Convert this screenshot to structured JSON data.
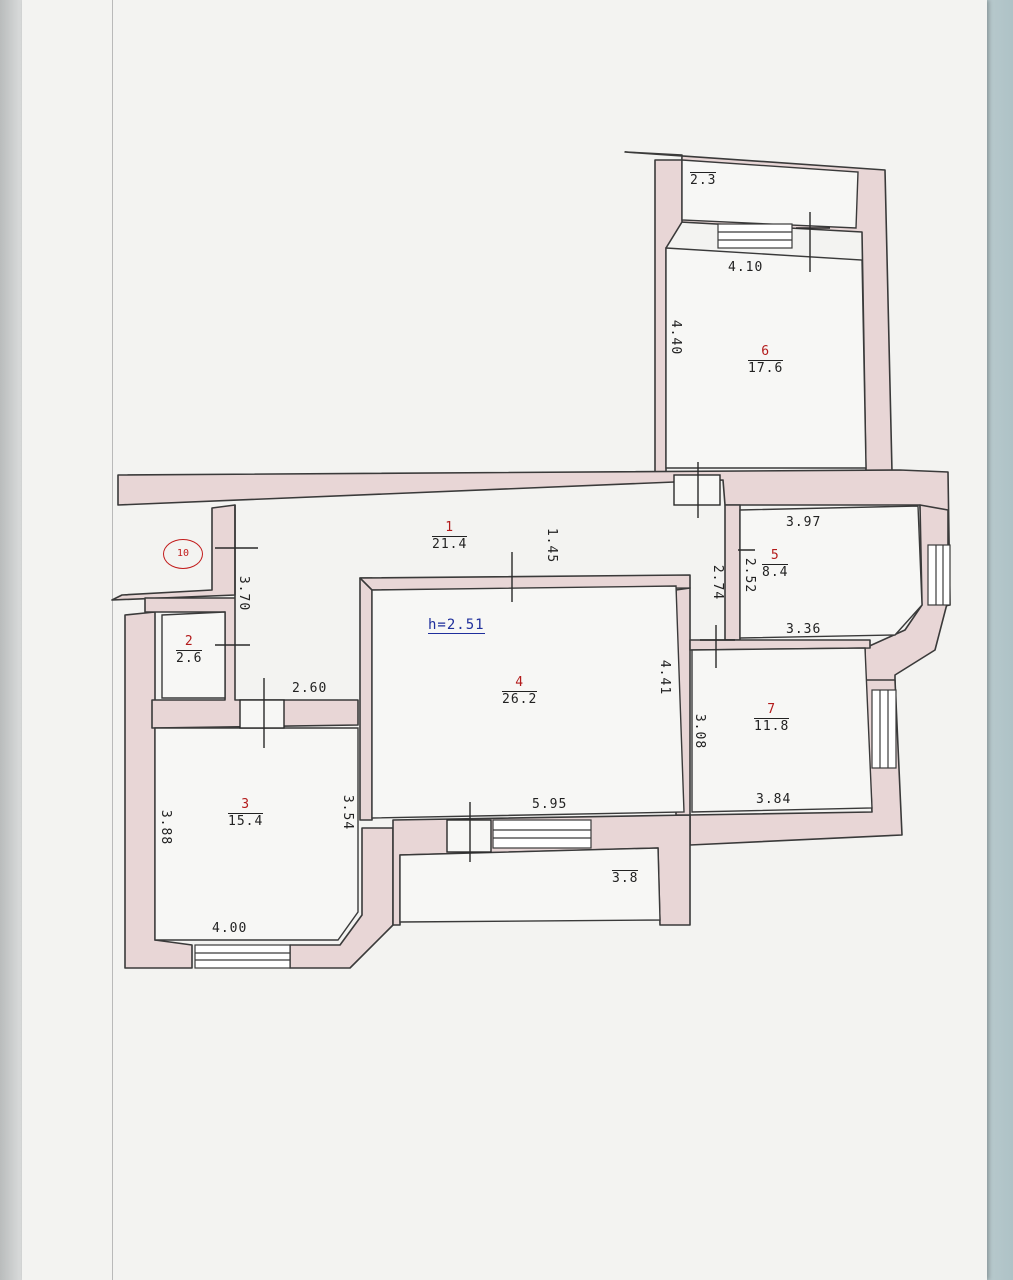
{
  "plan": {
    "apartment_number": "10",
    "ceiling_height": "h=2.51",
    "rooms": [
      {
        "id": "1",
        "area": "21.4"
      },
      {
        "id": "2",
        "area": "2.6"
      },
      {
        "id": "3",
        "area": "15.4"
      },
      {
        "id": "4",
        "area": "26.2"
      },
      {
        "id": "5",
        "area": "8.4"
      },
      {
        "id": "6",
        "area": "17.6"
      },
      {
        "id": "7",
        "area": "11.8"
      }
    ],
    "balconies": [
      {
        "area": "2.3"
      },
      {
        "area": "3.8"
      }
    ],
    "dimensions": {
      "room6_width": "4.10",
      "room6_length": "4.40",
      "hall_width": "1.45",
      "hall_length": "3.70",
      "hall_segment": "2.60",
      "room4_length": "4.41",
      "room4_width": "5.95",
      "room3_length": "3.88",
      "room3_side": "3.54",
      "room3_width": "4.00",
      "room5_top": "3.97",
      "room5_bottom": "3.36",
      "room5_side": "2.52",
      "hall_side": "2.74",
      "room7_side": "3.08",
      "room7_width": "3.84"
    }
  }
}
